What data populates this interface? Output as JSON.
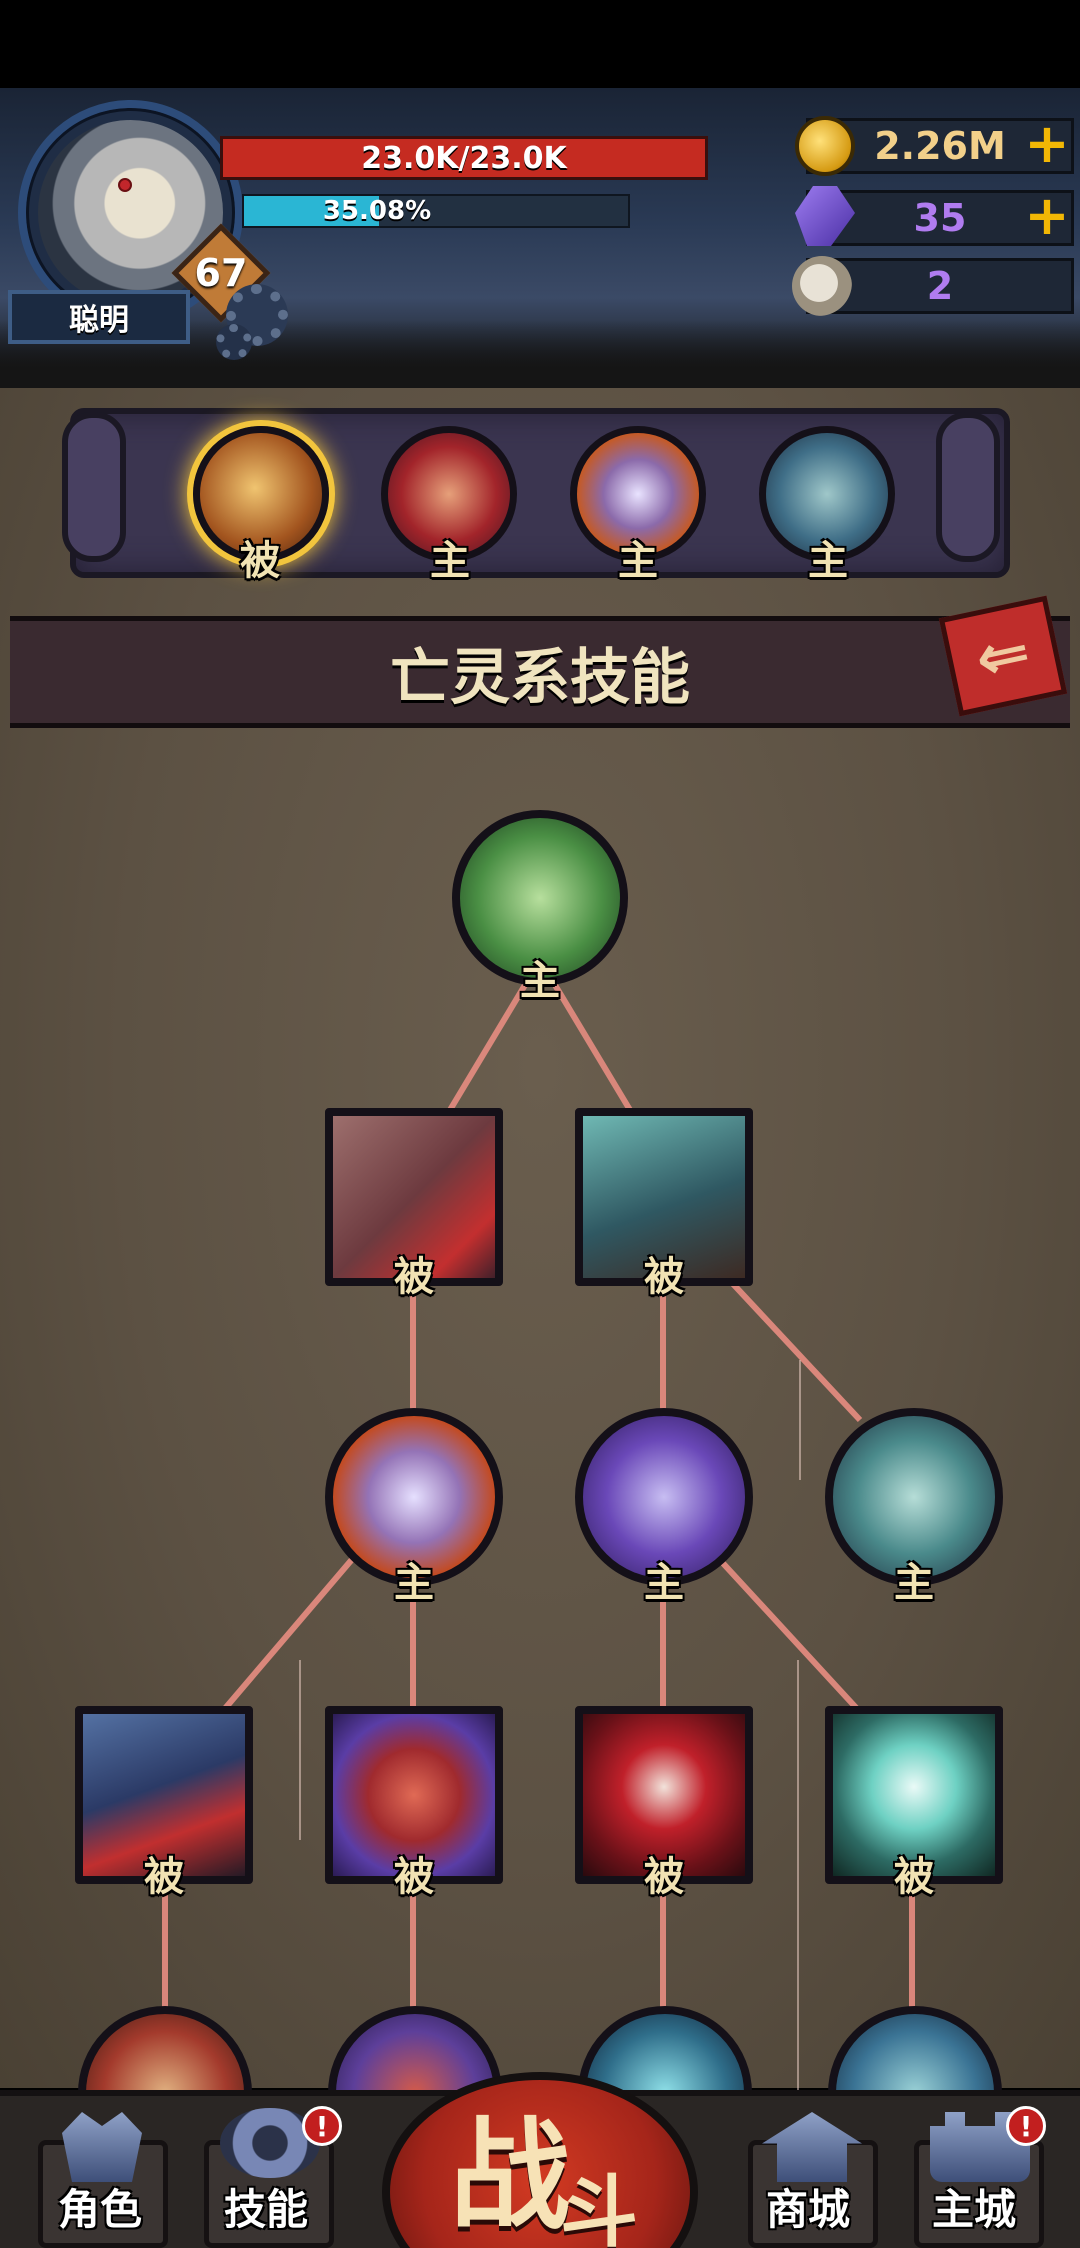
{
  "hud": {
    "player_name": "聪明",
    "level": "67",
    "hp_text": "23.0K/23.0K",
    "xp_text": "35.08%",
    "xp_progress": 0.3508,
    "resources": [
      {
        "icon": "gold-coin-icon",
        "value": "2.26M",
        "color": "#f2d08a",
        "has_plus": true
      },
      {
        "icon": "purple-gem-icon",
        "value": "35",
        "color": "#b07cf0",
        "has_plus": true
      },
      {
        "icon": "ram-skull-icon",
        "value": "2",
        "color": "#b07cf0",
        "has_plus": false
      }
    ]
  },
  "equipped_skills": {
    "slots": [
      {
        "icon": "orb-skill-icon",
        "label": "被",
        "selected": true
      },
      {
        "icon": "scream-skill-icon",
        "label": "主",
        "selected": false
      },
      {
        "icon": "flaming-skulls-skill-icon",
        "label": "主",
        "selected": false
      },
      {
        "icon": "reaper-scythe-skill-icon",
        "label": "主",
        "selected": false
      }
    ]
  },
  "panel": {
    "title": "亡灵系技能",
    "back_icon": "back-arrow-icon"
  },
  "skill_tree": {
    "nodes": [
      {
        "id": "n1",
        "icon": "zombie-hand-skill-icon",
        "label": "主"
      },
      {
        "id": "n2",
        "icon": "bloody-skull-skill-icon",
        "label": "被"
      },
      {
        "id": "n3",
        "icon": "skeleton-rise-skill-icon",
        "label": "被"
      },
      {
        "id": "n4",
        "icon": "flaming-skulls-skill-icon",
        "label": "主"
      },
      {
        "id": "n5",
        "icon": "skeleton-mage-skill-icon",
        "label": "主"
      },
      {
        "id": "n6",
        "icon": "legs-skill-icon",
        "label": "主"
      },
      {
        "id": "n7",
        "icon": "bleeding-cloak-skill-icon",
        "label": "被"
      },
      {
        "id": "n8",
        "icon": "heart-stab-skill-icon",
        "label": "被"
      },
      {
        "id": "n9",
        "icon": "red-sigil-skill-icon",
        "label": "被"
      },
      {
        "id": "n10",
        "icon": "ghost-skull-skill-icon",
        "label": "被"
      }
    ]
  },
  "bottom_nav": {
    "items": [
      {
        "label": "角色",
        "icon": "helmet-icon",
        "badge": ""
      },
      {
        "label": "技能",
        "icon": "swirl-icon",
        "badge": "!"
      },
      {
        "label": "商城",
        "icon": "shop-roof-icon",
        "badge": ""
      },
      {
        "label": "主城",
        "icon": "castle-icon",
        "badge": "!"
      }
    ],
    "battle_main": "战",
    "battle_sub": "斗"
  }
}
